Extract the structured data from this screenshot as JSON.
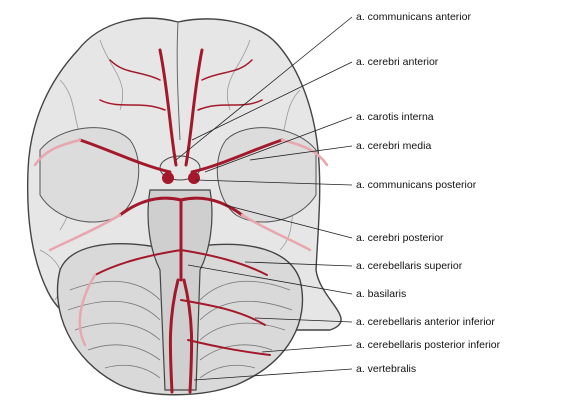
{
  "labels": [
    "a. communicans anterior",
    "a. cerebri anterior",
    "a. carotis interna",
    "a. cerebri media",
    "a. communicans posterior",
    "a. cerebri posterior",
    "a. cerebellaris superior",
    "a. basilaris",
    "a. cerebellaris anterior inferior",
    "a. cerebellaris posterior inferior",
    "a. vertebralis"
  ],
  "colors": {
    "artery": "#a3192b",
    "artery_light": "#e8a7ae",
    "brain_fill": "#e6e6e6",
    "brainstem_fill": "#cfcfcf",
    "outline": "#444444",
    "leader": "#222222"
  }
}
